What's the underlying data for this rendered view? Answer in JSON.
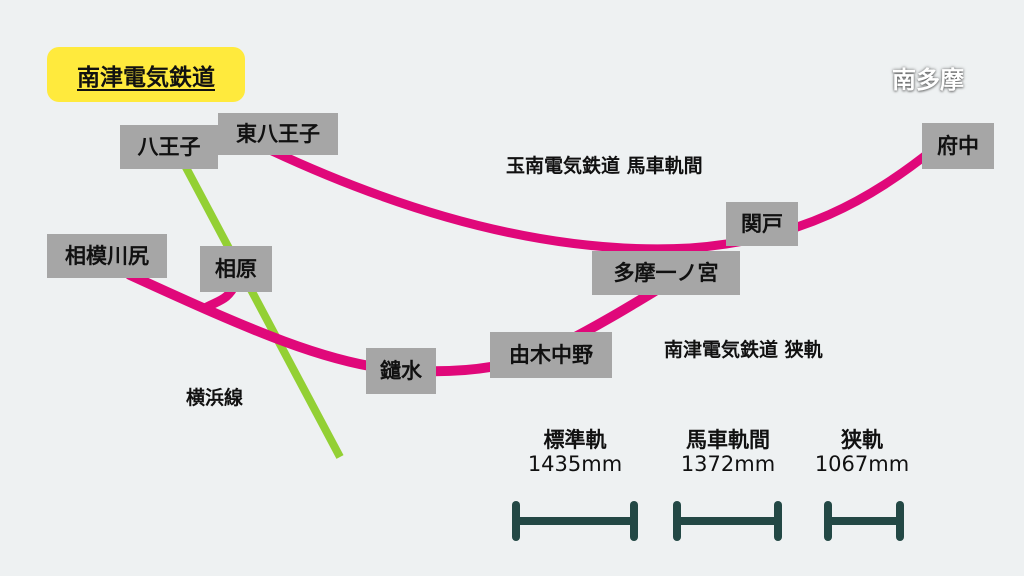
{
  "title": "南津電気鉄道",
  "region": "南多摩",
  "stations": {
    "hachioji": "八王子",
    "higashi_hachioji": "東八王子",
    "sagamihara_shiri": "相模川尻",
    "aihara": "相原",
    "yarimizu": "鑓水",
    "yugi_nakano": "由木中野",
    "tama_ichinomiya": "多摩一ノ宮",
    "sekido": "関戸",
    "fuchu": "府中"
  },
  "labels": {
    "gyokunan_line": "玉南電気鉄道 馬車軌間",
    "nanshin_line": "南津電気鉄道 狭軌",
    "yokohama_line": "横浜線"
  },
  "gauges": [
    {
      "name": "標準軌",
      "mm": "1435mm"
    },
    {
      "name": "馬車軌間",
      "mm": "1372mm"
    },
    {
      "name": "狭軌",
      "mm": "1067mm"
    }
  ],
  "colors": {
    "rail_line": "#e0087a",
    "yokohama_line": "#93d034",
    "gauge_bar": "#234845",
    "station_box": "#a6a6a6",
    "title_bg": "#ffea3d",
    "background": "#eef1f2"
  }
}
